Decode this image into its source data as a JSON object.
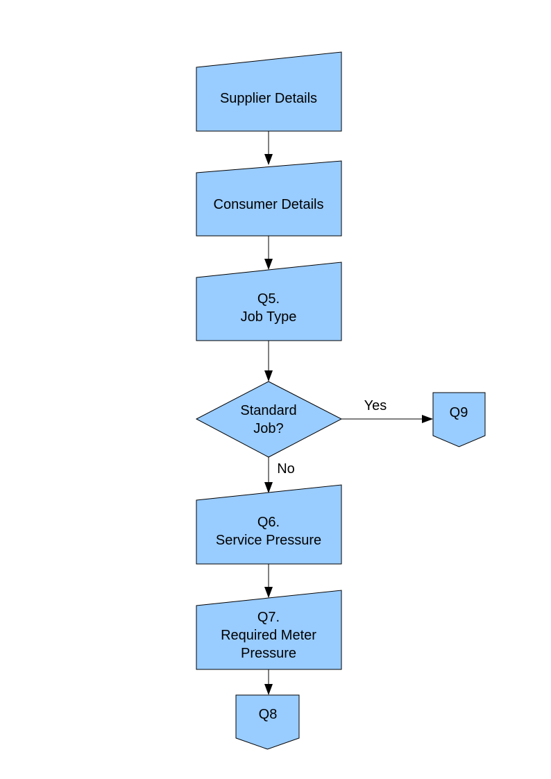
{
  "diagram": {
    "type": "flowchart",
    "colors": {
      "node_fill": "#99CCFF",
      "node_border": "#000000",
      "connector": "#000000",
      "background": "#FFFFFF",
      "text": "#000000"
    },
    "nodes": {
      "supplier": {
        "label": "Supplier Details",
        "shape": "manual-input"
      },
      "consumer": {
        "label": "Consumer Details",
        "shape": "manual-input"
      },
      "q5": {
        "label": "Q5.\nJob Type",
        "shape": "manual-input"
      },
      "decision": {
        "label": "Standard\nJob?",
        "shape": "decision"
      },
      "q9": {
        "label": "Q9",
        "shape": "off-page-connector"
      },
      "q6": {
        "label": "Q6.\nService Pressure",
        "shape": "manual-input"
      },
      "q7": {
        "label": "Q7.\nRequired Meter\nPressure",
        "shape": "manual-input"
      },
      "q8": {
        "label": "Q8",
        "shape": "off-page-connector"
      }
    },
    "edges": {
      "yes_label": "Yes",
      "no_label": "No"
    }
  }
}
